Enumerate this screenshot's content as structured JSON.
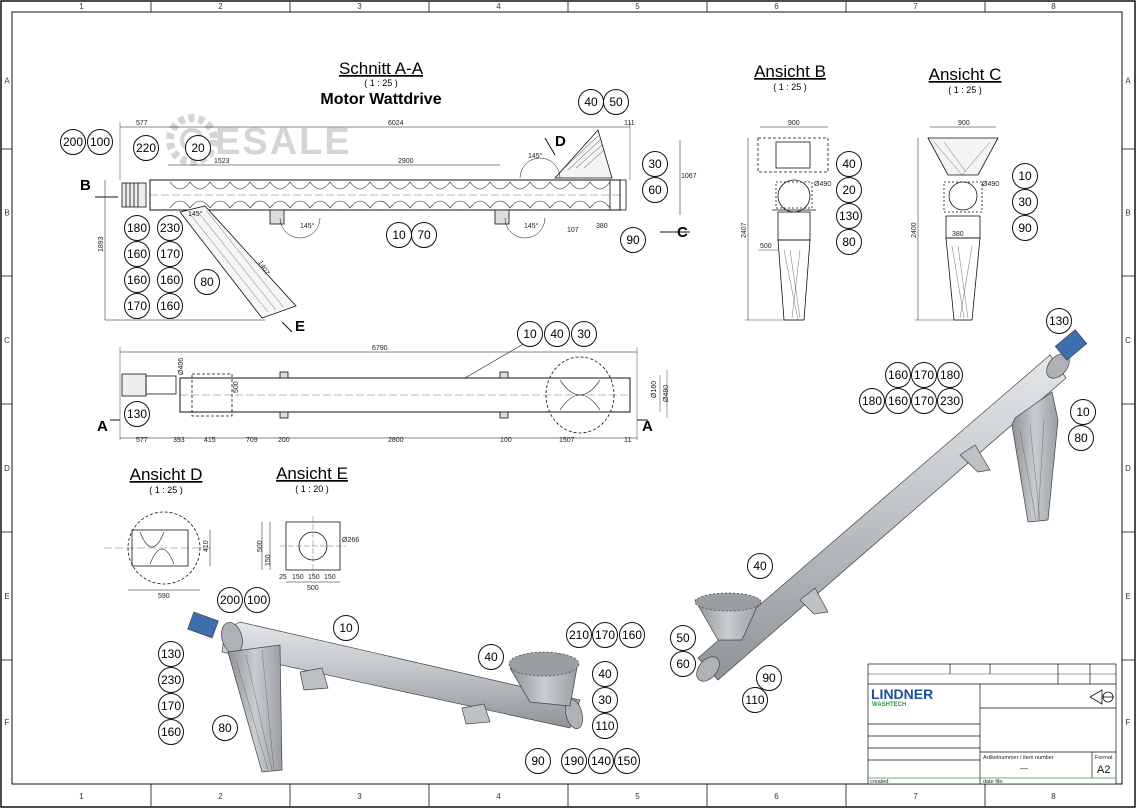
{
  "border": {
    "columns": [
      "1",
      "2",
      "3",
      "4",
      "5",
      "6",
      "7",
      "8"
    ],
    "rows": [
      "A",
      "B",
      "C",
      "D",
      "E",
      "F"
    ]
  },
  "watermark": "ESALE",
  "views": {
    "section_aa": {
      "title": "Schnitt A-A",
      "scale": "( 1 : 25 )",
      "subtitle": "Motor Wattdrive"
    },
    "view_b": {
      "title": "Ansicht B",
      "scale": "( 1 : 25 )"
    },
    "view_c": {
      "title": "Ansicht C",
      "scale": "( 1 : 25 )"
    },
    "view_d": {
      "title": "Ansicht D",
      "scale": "( 1 : 25 )"
    },
    "view_e": {
      "title": "Ansicht E",
      "scale": "( 1 : 20 )"
    }
  },
  "view_letters": {
    "a_left": "A",
    "a_right": "A",
    "b": "B",
    "c": "C",
    "d": "D",
    "e": "E"
  },
  "dimensions": {
    "d577": "577",
    "d6024": "6024",
    "d111": "111",
    "d1523": "1523",
    "d2900": "2900",
    "d145a": "145°",
    "d145b": "145°",
    "d145c": "145°",
    "d145d": "145°",
    "d1067": "1067",
    "d107": "107",
    "d380": "380",
    "d1893": "1893",
    "d1407": "1407",
    "d6790": "6790",
    "d406": "Ø406",
    "d500": "500",
    "d160": "Ø160",
    "d480": "Ø480",
    "p577": "577",
    "p393": "393",
    "p415": "415",
    "p709": "709",
    "p200": "200",
    "p2800": "2800",
    "p100": "100",
    "p1507": "1507",
    "p11": "11",
    "b900": "900",
    "b490": "Ø490",
    "b2407": "2407",
    "b500": "500",
    "c900": "900",
    "c490": "Ø490",
    "c2400": "2400",
    "c380": "380",
    "e266": "Ø266",
    "e500v": "500",
    "e150": "150",
    "e25": "25",
    "e150a": "150",
    "e150b": "150",
    "e150c": "150",
    "e500h": "500",
    "d590": "590",
    "d410": "410"
  },
  "balloons": [
    "200",
    "100",
    "220",
    "20",
    "180",
    "230",
    "160",
    "170",
    "160",
    "160",
    "170",
    "160",
    "80",
    "10",
    "70",
    "40",
    "50",
    "30",
    "60",
    "90",
    "10",
    "40",
    "30",
    "130",
    "40",
    "20",
    "130",
    "80",
    "10",
    "30",
    "90",
    "130",
    "160",
    "170",
    "180",
    "180",
    "160",
    "170",
    "230",
    "10",
    "80",
    "40",
    "50",
    "60",
    "90",
    "110",
    "200",
    "100",
    "10",
    "130",
    "230",
    "170",
    "160",
    "80",
    "210",
    "170",
    "160",
    "40",
    "40",
    "30",
    "110",
    "90",
    "190",
    "140",
    "150"
  ],
  "title_block": {
    "company": "LINDNER",
    "company_sub": "WASHTECH",
    "item_label": "Artikelnummer / item number",
    "item_value": "—",
    "format_label": "Format",
    "format_value": "A2",
    "created_label": "created:",
    "date_label": "date file:"
  },
  "colors": {
    "line": "#111111",
    "brand": "#1b4f9c",
    "brand_green": "#2f9a3b",
    "steel": "#b9bdc2",
    "steel_dark": "#8a8f95",
    "motor": "#3d6fae"
  }
}
